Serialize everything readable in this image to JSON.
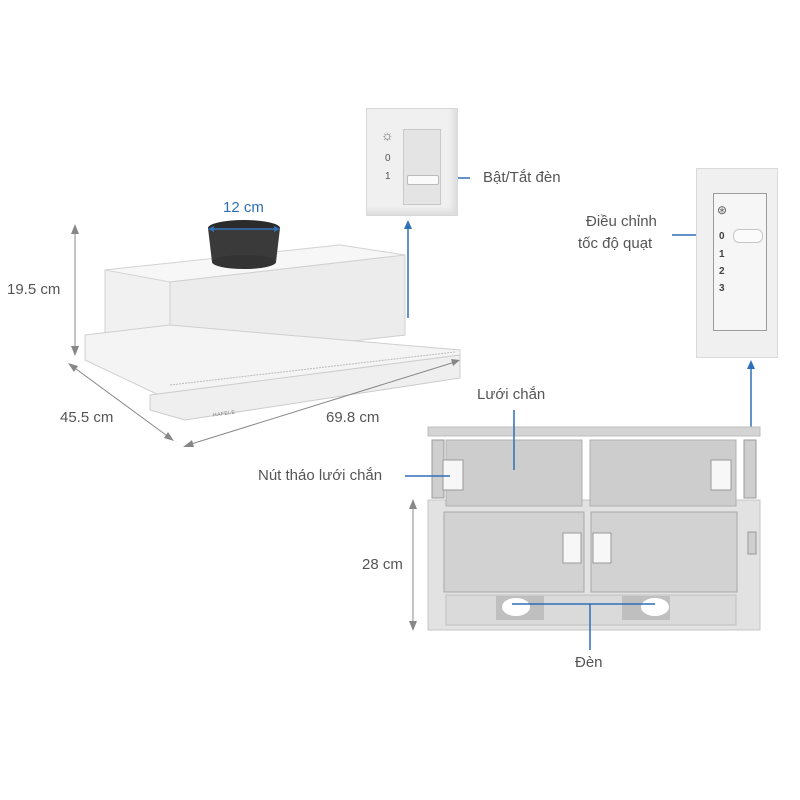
{
  "colors": {
    "accent_line": "#2f6fb7",
    "dimension_arrow": "#888888",
    "label_text": "#555555",
    "duct_dimension_text": "#2f6fb7"
  },
  "main_view": {
    "brand_mark": "HAFELE",
    "dimensions": {
      "height": "19.5 cm",
      "depth": "45.5 cm",
      "width": "69.8 cm",
      "duct_diameter": "12 cm"
    }
  },
  "light_switch_detail": {
    "icon": "sun-light-icon",
    "positions": [
      "0",
      "1"
    ],
    "callout": "Bật/Tắt đèn"
  },
  "fan_control_detail": {
    "icon": "fan-icon",
    "positions": [
      "0",
      "1",
      "2",
      "3"
    ],
    "callout_line1": "Điều chỉnh",
    "callout_line2": "tốc độ quạt"
  },
  "front_view": {
    "filter_label": "Lưới chắn",
    "filter_release_label": "Nút tháo lưới chắn",
    "height": "28 cm",
    "lamp_label": "Đèn"
  }
}
